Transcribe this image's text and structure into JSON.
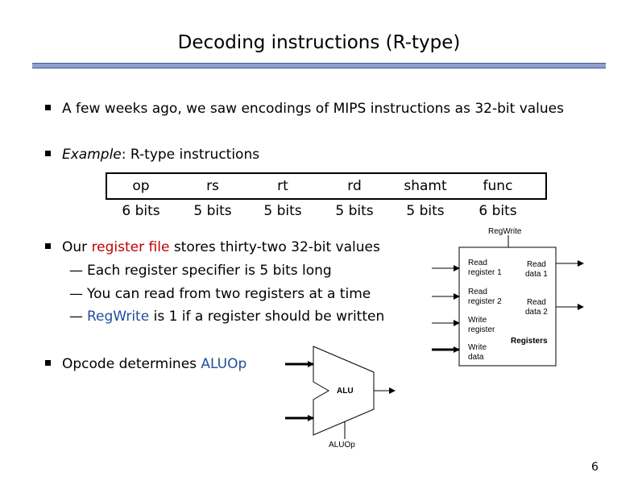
{
  "title": "Decoding instructions (R-type)",
  "bullets": {
    "b1": "A few weeks ago, we saw encodings of MIPS instructions as 32-bit values",
    "b2_em": "Example",
    "b2_rest": ": R-type instructions",
    "b3_pre": "Our ",
    "b3_red": "register file",
    "b3_post": " stores thirty-two 32-bit values",
    "sub1": "Each register specifier is 5 bits long",
    "sub2": "You can read from two registers at a time",
    "sub3_blue": "RegWrite",
    "sub3_rest": " is 1 if a register should be written",
    "b4_pre": "Opcode determines ",
    "b4_blue": "ALUOp",
    "dash": "—"
  },
  "encoding": {
    "fields": [
      "op",
      "rs",
      "rt",
      "rd",
      "shamt",
      "func"
    ],
    "bits": [
      "6 bits",
      "5 bits",
      "5 bits",
      "5 bits",
      "5 bits",
      "6 bits"
    ]
  },
  "register_file": {
    "regwrite_label": "RegWrite",
    "read_reg1": [
      "Read",
      "register 1"
    ],
    "read_reg2": [
      "Read",
      "register 2"
    ],
    "write_reg": [
      "Write",
      "register"
    ],
    "write_data": [
      "Write",
      "data"
    ],
    "read_data1": [
      "Read",
      "data 1"
    ],
    "read_data2": [
      "Read",
      "data 2"
    ],
    "name": "Registers"
  },
  "alu": {
    "name": "ALU",
    "control_label": "ALUOp"
  },
  "page_number": "6"
}
